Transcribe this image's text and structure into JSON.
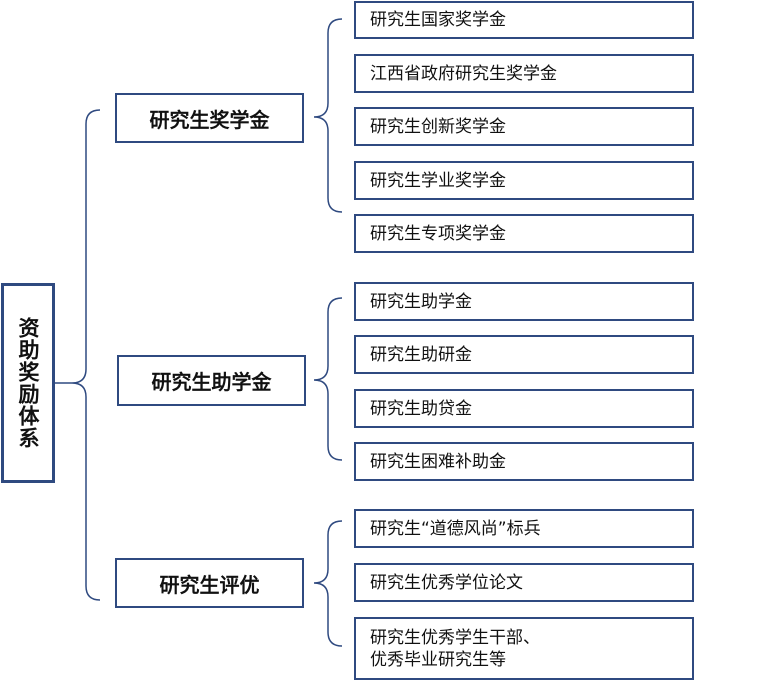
{
  "root": {
    "label": "资助奖励体系"
  },
  "categories": [
    {
      "label": "研究生奖学金",
      "items": [
        "研究生国家奖学金",
        "江西省政府研究生奖学金",
        "研究生创新奖学金",
        "研究生学业奖学金",
        "研究生专项奖学金"
      ]
    },
    {
      "label": "研究生助学金",
      "items": [
        "研究生助学金",
        "研究生助研金",
        "研究生助贷金",
        "研究生困难补助金"
      ]
    },
    {
      "label": "研究生评优",
      "items": [
        "研究生“道德风尚”标兵",
        "研究生优秀学位论文",
        "研究生优秀学生干部、\n优秀毕业研究生等"
      ]
    }
  ]
}
